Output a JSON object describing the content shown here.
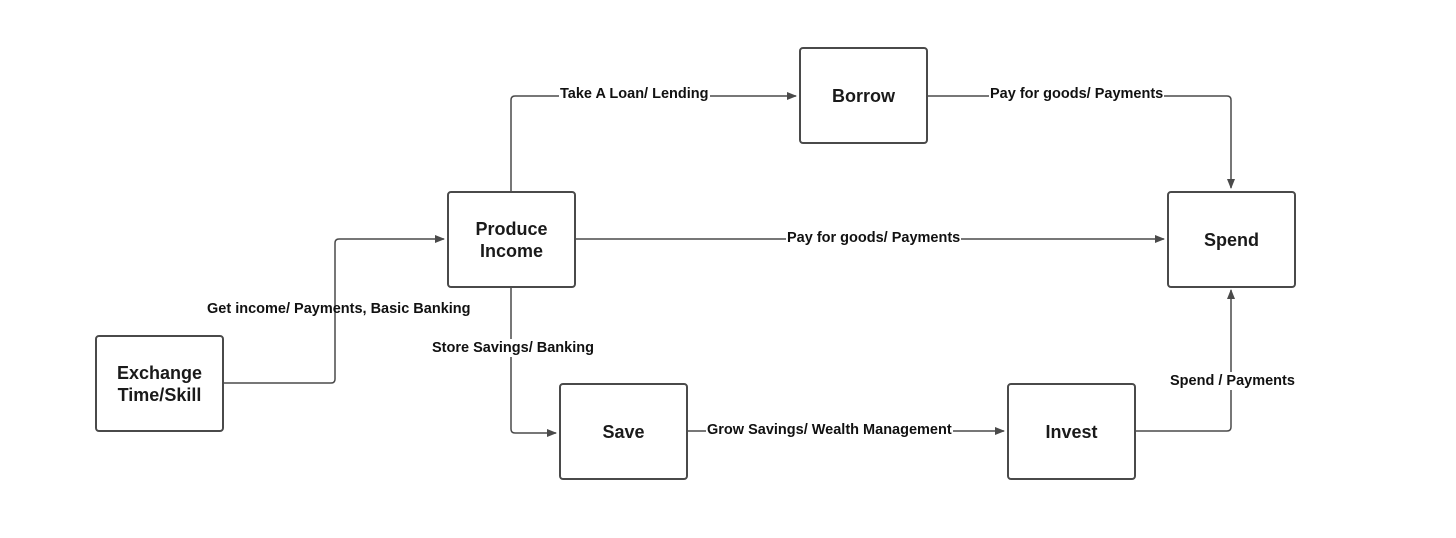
{
  "nodes": {
    "exchange": "Exchange\nTime/Skill",
    "produce": "Produce\nIncome",
    "borrow": "Borrow",
    "spend": "Spend",
    "save": "Save",
    "invest": "Invest"
  },
  "edges": {
    "exchange_to_produce": "Get income/ Payments, Basic Banking",
    "produce_to_borrow": "Take A Loan/ Lending",
    "borrow_to_spend": "Pay for goods/ Payments",
    "produce_to_spend": "Pay for goods/ Payments",
    "produce_to_save": "Store Savings/ Banking",
    "save_to_invest": "Grow Savings/ Wealth Management",
    "invest_to_spend": "Spend / Payments"
  },
  "colors": {
    "line": "#4a4a4a",
    "border": "#4a4a4a",
    "text": "#111111"
  }
}
